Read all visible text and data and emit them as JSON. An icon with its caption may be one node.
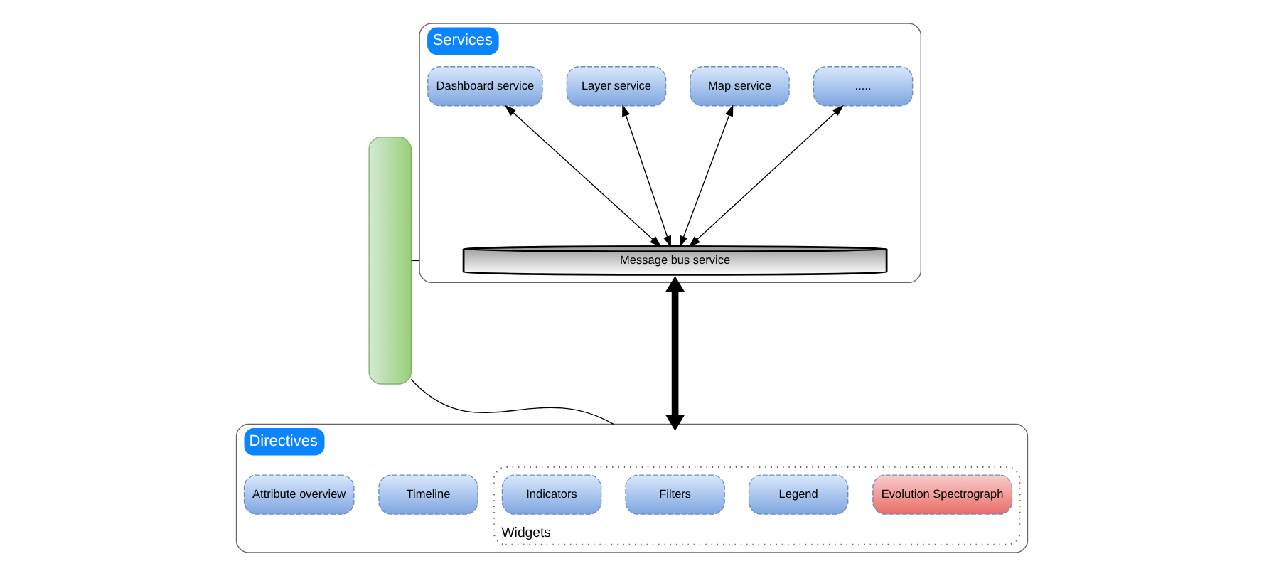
{
  "diagram": {
    "nodes": [
      {
        "text": [],
        "shape": "bar"
      },
      {
        "text": [
          "Services"
        ]
      },
      {
        "text": [
          "Dashboard service"
        ],
        "in": 1
      },
      {
        "text": [
          "Layer service"
        ],
        "in": 1
      },
      {
        "text": [
          "Map service"
        ],
        "in": 1
      },
      {
        "text": [
          "....."
        ],
        "in": 1
      },
      {
        "text": [
          "Message bus service"
        ],
        "in": 1
      },
      {
        "text": [
          "Directives"
        ]
      },
      {
        "text": [
          "Widgets"
        ],
        "in": 7
      },
      {
        "text": [
          "Indicators"
        ],
        "in": 8
      },
      {
        "text": [
          "Filters"
        ],
        "in": 8
      },
      {
        "text": [
          "Legend"
        ],
        "in": 8
      },
      {
        "text": [
          "Evolution Spectrograph"
        ],
        "in": 8
      },
      {
        "text": [
          "Attribute overview"
        ],
        "in": 7
      },
      {
        "text": [
          "Timeline"
        ],
        "in": 7
      }
    ],
    "edges": [
      {
        "from": 0,
        "to": 1,
        "arrow": "none"
      },
      {
        "from": 0,
        "to": 7,
        "arrow": "none"
      },
      {
        "from": 2,
        "to": 6,
        "arrow": "both"
      },
      {
        "from": 3,
        "to": 6,
        "arrow": "both"
      },
      {
        "from": 4,
        "to": 6,
        "arrow": "both"
      },
      {
        "from": 5,
        "to": 6,
        "arrow": "both"
      },
      {
        "from": 1,
        "to": 7,
        "arrow": "both",
        "style": "thick"
      }
    ]
  }
}
